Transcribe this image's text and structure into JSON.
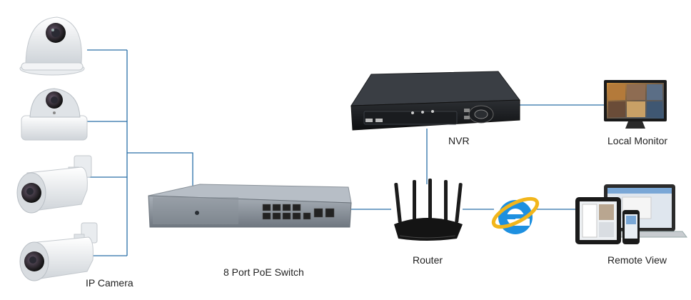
{
  "nodes": {
    "ip_camera": {
      "label": "IP Camera",
      "icon": "ip-camera-icon"
    },
    "poe_switch": {
      "label": "8 Port PoE Switch",
      "icon": "poe-switch-icon"
    },
    "nvr": {
      "label": "NVR",
      "icon": "nvr-icon"
    },
    "router": {
      "label": "Router",
      "icon": "router-icon"
    },
    "local_monitor": {
      "label": "Local Monitor",
      "icon": "monitor-icon"
    },
    "remote_view": {
      "label": "Remote View",
      "icon": "devices-icon"
    },
    "internet": {
      "icon": "internet-explorer-icon"
    }
  },
  "colors": {
    "wire": "#2a6fa8",
    "ie_blue": "#1e90e0",
    "ie_ring": "#f2b61c"
  }
}
